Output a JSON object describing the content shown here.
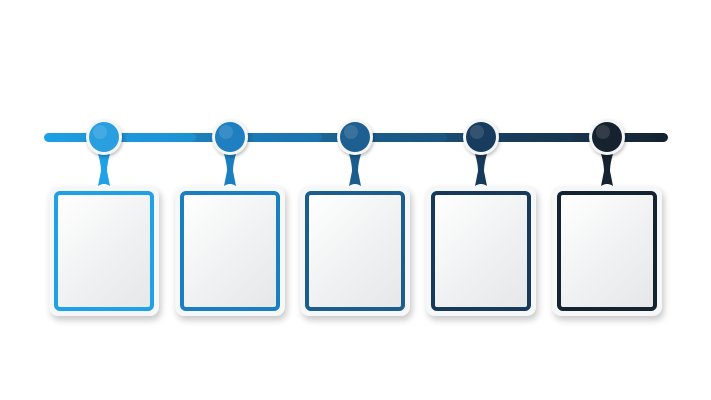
{
  "timeline": {
    "steps": [
      {
        "id": "step-1",
        "color": "#1ea1e6",
        "node_color": "#2a9fe0"
      },
      {
        "id": "step-2",
        "color": "#1a7fc1",
        "node_color": "#1f7fc0"
      },
      {
        "id": "step-3",
        "color": "#1b5d8c",
        "node_color": "#1d5f90"
      },
      {
        "id": "step-4",
        "color": "#173a5a",
        "node_color": "#173c5e"
      },
      {
        "id": "step-5",
        "color": "#15222f",
        "node_color": "#16232f"
      }
    ]
  }
}
